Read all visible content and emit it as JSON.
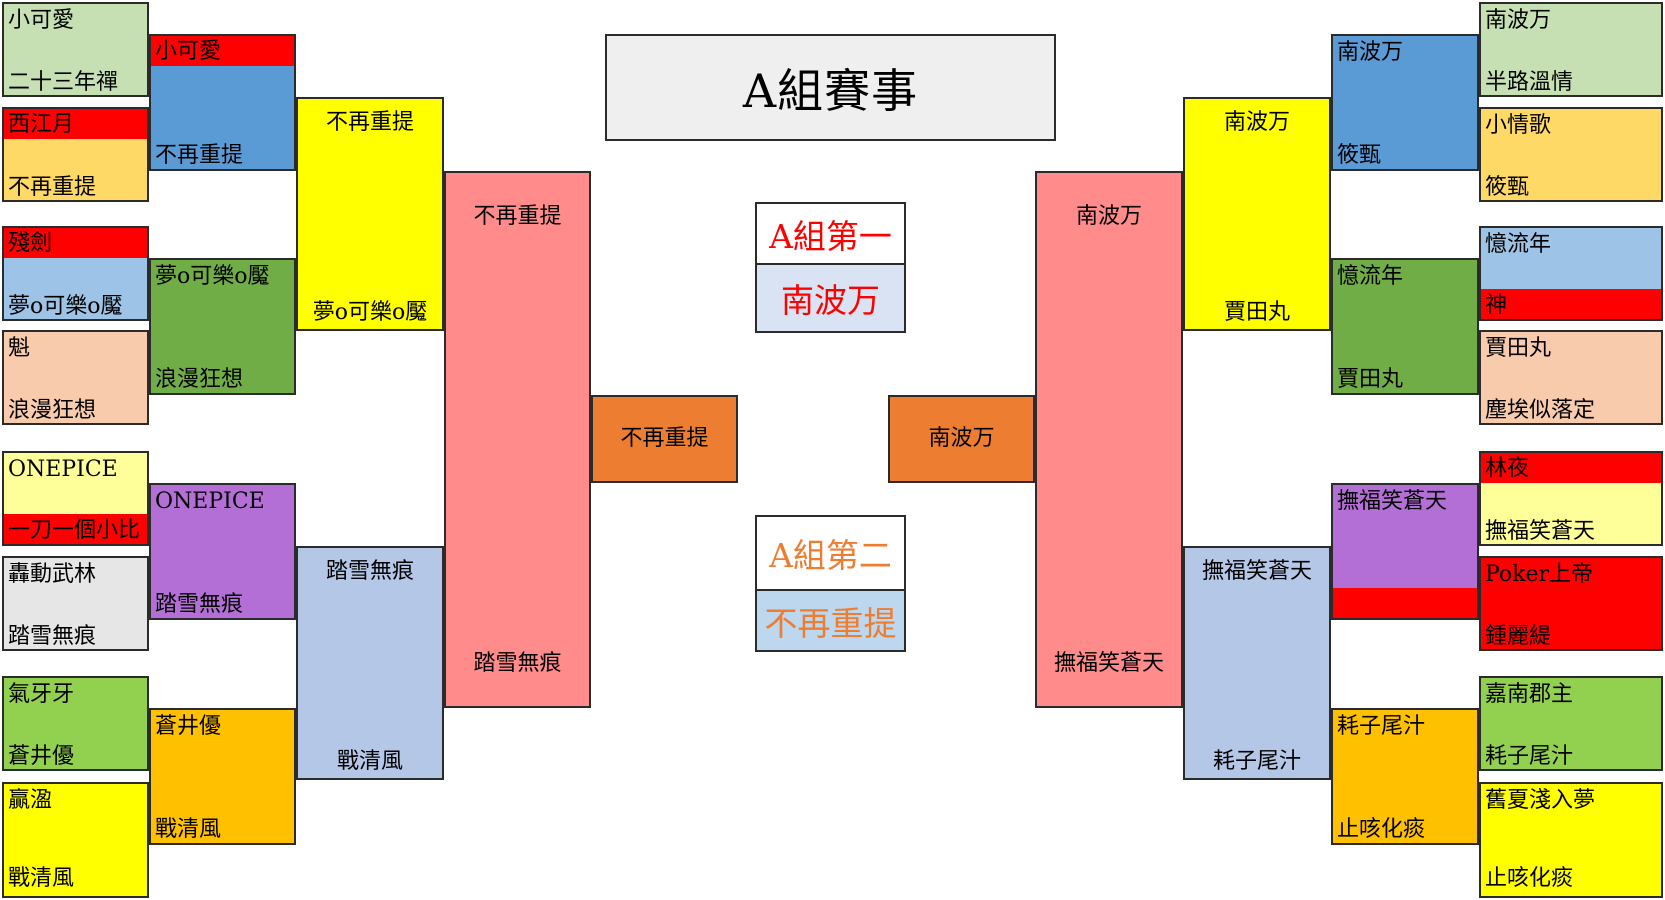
{
  "title": "A組賽事",
  "colors": {
    "light_green": "#c6e0b4",
    "red": "#ff0000",
    "blue": "#5b9bd5",
    "light_orange": "#ffd966",
    "yellow": "#ffff00",
    "light_blue": "#9dc3e6",
    "green": "#70ad47",
    "peach": "#f8cbad",
    "light_yellow": "#ffff99",
    "purple": "#b46fd6",
    "light_gray": "#e7e6e6",
    "lime": "#92d050",
    "orange": "#ffc000",
    "periwinkle": "#b4c7e7",
    "salmon": "#ff8b8b",
    "dark_orange": "#ed7d31",
    "pale_blue": "#dae3f3",
    "sky": "#bdd7ee"
  },
  "left": {
    "r1": [
      {
        "top": "小可愛",
        "bottom": "二十三年禪"
      },
      {
        "top": "西江月",
        "bottom": "不再重提"
      },
      {
        "top": "殘劍",
        "bottom": "夢o可樂o魘"
      },
      {
        "top": "魁",
        "bottom": "浪漫狂想"
      },
      {
        "top": "ONEPICE",
        "bottom": "一刀一個小比"
      },
      {
        "top": "轟動武林",
        "bottom": "踏雪無痕"
      },
      {
        "top": "氣牙牙",
        "bottom": "蒼井優"
      },
      {
        "top": "贏溋",
        "bottom": "戰清風"
      }
    ],
    "r2": [
      {
        "top": "小可愛",
        "bottom": "不再重提"
      },
      {
        "top": "夢o可樂o魘",
        "bottom": "浪漫狂想"
      },
      {
        "top": "ONEPICE",
        "bottom": "踏雪無痕"
      },
      {
        "top": "蒼井優",
        "bottom": "戰清風"
      }
    ],
    "r3": [
      {
        "top": "不再重提",
        "bottom": "夢o可樂o魘"
      },
      {
        "top": "踏雪無痕",
        "bottom": "戰清風"
      }
    ],
    "r4": {
      "top": "不再重提",
      "bottom": "踏雪無痕"
    },
    "final": "不再重提"
  },
  "right": {
    "r1": [
      {
        "top": "南波万",
        "bottom": "半路溫情"
      },
      {
        "top": "小情歌",
        "bottom": "筱甄"
      },
      {
        "top": "憶流年",
        "bottom": "神"
      },
      {
        "top": "賈田丸",
        "bottom": "塵埃似落定"
      },
      {
        "top": "林夜",
        "bottom": "撫福笑蒼天"
      },
      {
        "top": "Poker上帝",
        "bottom": "鍾麗緹"
      },
      {
        "top": "嘉南郡主",
        "bottom": "耗子尾汁"
      },
      {
        "top": "舊夏淺入夢",
        "bottom": "止咳化痰"
      }
    ],
    "r2": [
      {
        "top": "南波万",
        "bottom": "筱甄"
      },
      {
        "top": "憶流年",
        "bottom": "賈田丸"
      },
      {
        "top": "撫福笑蒼天",
        "bottom": ""
      },
      {
        "top": "耗子尾汁",
        "bottom": "止咳化痰"
      }
    ],
    "r3": [
      {
        "top": "南波万",
        "bottom": "賈田丸"
      },
      {
        "top": "撫福笑蒼天",
        "bottom": "耗子尾汁"
      }
    ],
    "r4": {
      "top": "南波万",
      "bottom": "撫福笑蒼天"
    },
    "final": "南波万"
  },
  "first": {
    "label": "A組第一",
    "name": "南波万"
  },
  "second": {
    "label": "A組第二",
    "name": "不再重提"
  }
}
